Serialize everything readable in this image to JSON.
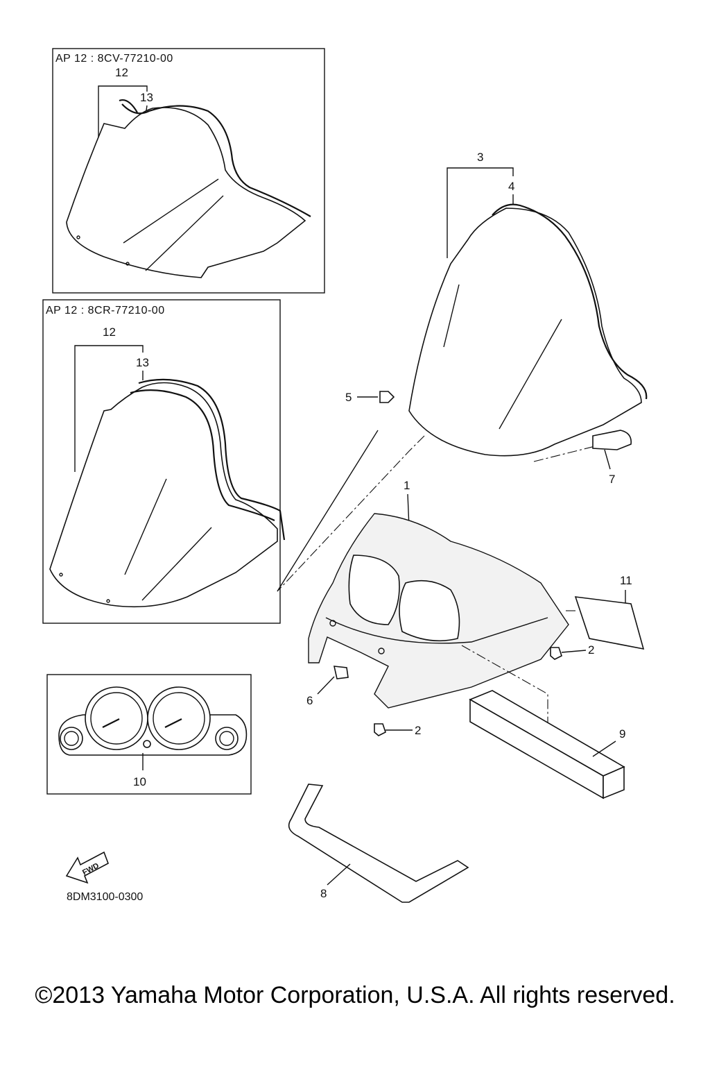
{
  "figure_code": "8DM3100-0300",
  "copyright": "©2013 Yamaha Motor Corporation, U.S.A. All rights reserved.",
  "fwd_label": "FWD",
  "inset_1": {
    "title": "AP  12 : 8CV-77210-00",
    "labels": [
      "12",
      "13"
    ]
  },
  "inset_2": {
    "title": "AP  12 : 8CR-77210-00",
    "labels": [
      "12",
      "13"
    ]
  },
  "callouts": {
    "c1": "1",
    "c2a": "2",
    "c2b": "2",
    "c3": "3",
    "c4": "4",
    "c5": "5",
    "c6": "6",
    "c7": "7",
    "c8": "8",
    "c9": "9",
    "c10": "10",
    "c11": "11"
  }
}
